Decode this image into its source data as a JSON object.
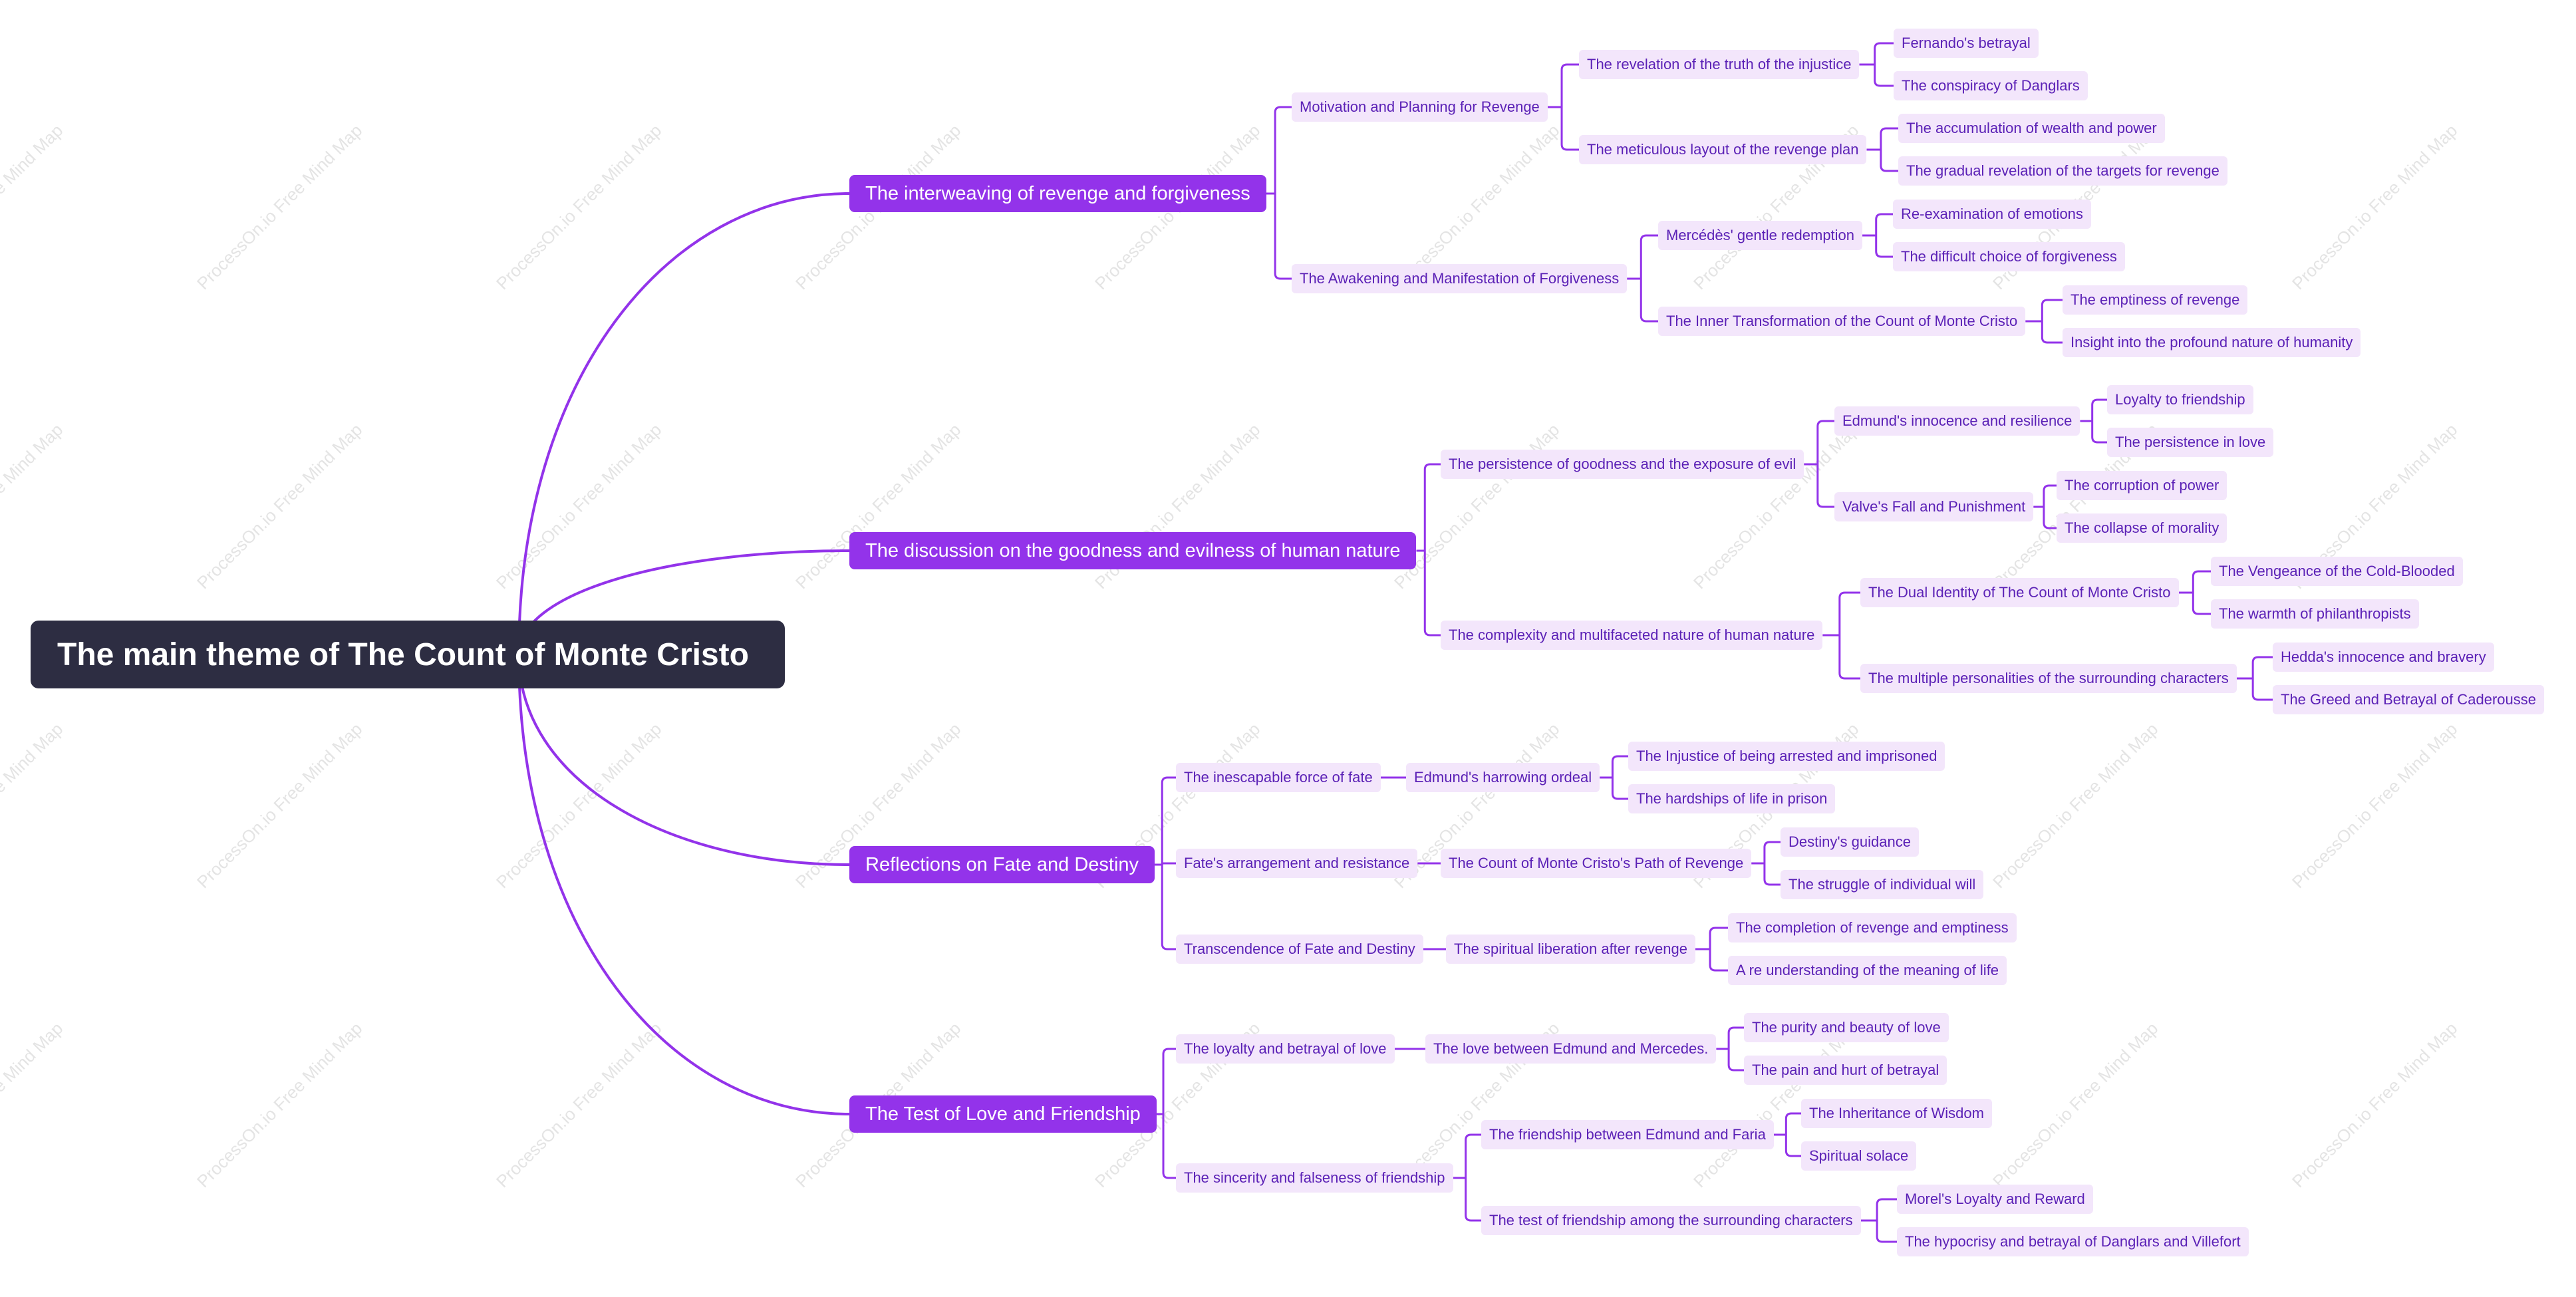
{
  "watermark_text": "ProcessOn.io Free Mind Map",
  "root": {
    "label": "The main theme of The Count of Monte Cristo"
  },
  "branches": [
    {
      "label": "The interweaving of revenge and forgiveness",
      "children": [
        {
          "label": "Motivation and Planning for Revenge",
          "children": [
            {
              "label": "The revelation of the truth of the injustice",
              "children": [
                {
                  "label": "Fernando's betrayal"
                },
                {
                  "label": "The conspiracy of Danglars"
                }
              ]
            },
            {
              "label": "The meticulous layout of the revenge plan",
              "children": [
                {
                  "label": "The accumulation of wealth and power"
                },
                {
                  "label": "The gradual revelation of the targets for revenge"
                }
              ]
            }
          ]
        },
        {
          "label": "The Awakening and Manifestation of Forgiveness",
          "children": [
            {
              "label": "Mercédès' gentle redemption",
              "children": [
                {
                  "label": "Re-examination of emotions"
                },
                {
                  "label": "The difficult choice of forgiveness"
                }
              ]
            },
            {
              "label": "The Inner Transformation of the Count of Monte Cristo",
              "children": [
                {
                  "label": "The emptiness of revenge"
                },
                {
                  "label": "Insight into the profound nature of humanity"
                }
              ]
            }
          ]
        }
      ]
    },
    {
      "label": "The discussion on the goodness and evilness of human nature",
      "children": [
        {
          "label": "The persistence of goodness and the exposure of evil",
          "children": [
            {
              "label": "Edmund's innocence and resilience",
              "children": [
                {
                  "label": "Loyalty to friendship"
                },
                {
                  "label": "The persistence in love"
                }
              ]
            },
            {
              "label": "Valve's Fall and Punishment",
              "children": [
                {
                  "label": "The corruption of power"
                },
                {
                  "label": "The collapse of morality"
                }
              ]
            }
          ]
        },
        {
          "label": "The complexity and multifaceted nature of human nature",
          "children": [
            {
              "label": "The Dual Identity of The Count of Monte Cristo",
              "children": [
                {
                  "label": "The Vengeance of the Cold-Blooded"
                },
                {
                  "label": "The warmth of philanthropists"
                }
              ]
            },
            {
              "label": "The multiple personalities of the surrounding characters",
              "children": [
                {
                  "label": "Hedda's innocence and bravery"
                },
                {
                  "label": "The Greed and Betrayal of Caderousse"
                }
              ]
            }
          ]
        }
      ]
    },
    {
      "label": "Reflections on Fate and Destiny",
      "children": [
        {
          "label": "The inescapable force of fate",
          "children": [
            {
              "label": "Edmund's harrowing ordeal",
              "children": [
                {
                  "label": "The Injustice of being arrested and imprisoned"
                },
                {
                  "label": "The hardships of life in prison"
                }
              ]
            }
          ]
        },
        {
          "label": "Fate's arrangement and resistance",
          "children": [
            {
              "label": "The Count of Monte Cristo's Path of Revenge",
              "children": [
                {
                  "label": "Destiny's guidance"
                },
                {
                  "label": "The struggle of individual will"
                }
              ]
            }
          ]
        },
        {
          "label": "Transcendence of Fate and Destiny",
          "children": [
            {
              "label": "The spiritual liberation after revenge",
              "children": [
                {
                  "label": "The completion of revenge and emptiness"
                },
                {
                  "label": "A re understanding of the meaning of life"
                }
              ]
            }
          ]
        }
      ]
    },
    {
      "label": "The Test of Love and Friendship",
      "children": [
        {
          "label": "The loyalty and betrayal of love",
          "children": [
            {
              "label": "The love between Edmund and Mercedes.",
              "children": [
                {
                  "label": "The purity and beauty of love"
                },
                {
                  "label": "The pain and hurt of betrayal"
                }
              ]
            }
          ]
        },
        {
          "label": "The sincerity and falseness of friendship",
          "children": [
            {
              "label": "The friendship between Edmund and Faria",
              "children": [
                {
                  "label": "The Inheritance of Wisdom"
                },
                {
                  "label": "Spiritual solace"
                }
              ]
            },
            {
              "label": "The test of friendship among the surrounding characters",
              "children": [
                {
                  "label": "Morel's Loyalty and Reward"
                },
                {
                  "label": "The hypocrisy and betrayal of Danglars and Villefort"
                }
              ]
            }
          ]
        }
      ]
    }
  ],
  "colors": {
    "root_bg": "#2d2d42",
    "branch_bg": "#9333ea",
    "leaf_bg": "#f3e6fb",
    "leaf_text": "#5b21b6",
    "line": "#9333ea"
  }
}
